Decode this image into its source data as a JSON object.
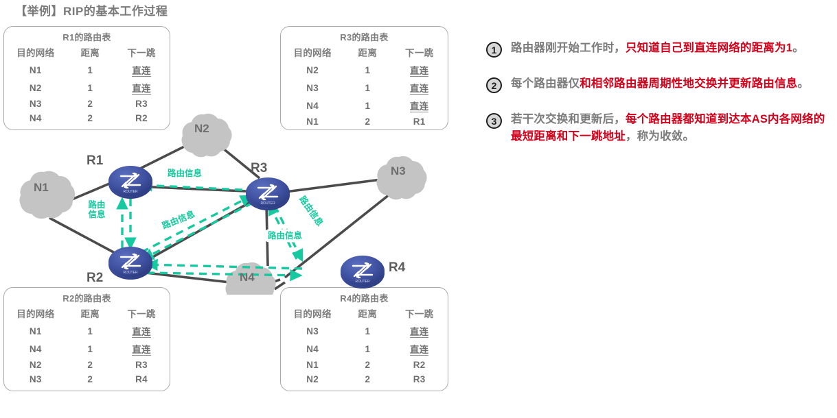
{
  "title": "【举例】RIP的基本工作过程",
  "tables": [
    {
      "id": "rt-r1",
      "name": "R1的路由表",
      "headers": [
        "目的网络",
        "距离",
        "下一跳"
      ],
      "rows": [
        {
          "net": "N1",
          "dist": "1",
          "next": "直连",
          "direct": true
        },
        {
          "net": "N2",
          "dist": "1",
          "next": "直连",
          "direct": true
        },
        {
          "net": "N3",
          "dist": "2",
          "next": "R3",
          "direct": false
        },
        {
          "net": "N4",
          "dist": "2",
          "next": "R2",
          "direct": false
        }
      ]
    },
    {
      "id": "rt-r3",
      "name": "R3的路由表",
      "headers": [
        "目的网络",
        "距离",
        "下一跳"
      ],
      "rows": [
        {
          "net": "N2",
          "dist": "1",
          "next": "直连",
          "direct": true
        },
        {
          "net": "N3",
          "dist": "1",
          "next": "直连",
          "direct": true
        },
        {
          "net": "N4",
          "dist": "1",
          "next": "直连",
          "direct": true
        },
        {
          "net": "N1",
          "dist": "2",
          "next": "R1",
          "direct": false
        }
      ]
    },
    {
      "id": "rt-r2",
      "name": "R2的路由表",
      "headers": [
        "目的网络",
        "距离",
        "下一跳"
      ],
      "rows": [
        {
          "net": "N1",
          "dist": "1",
          "next": "直连",
          "direct": true
        },
        {
          "net": "N4",
          "dist": "1",
          "next": "直连",
          "direct": true
        },
        {
          "net": "N2",
          "dist": "2",
          "next": "R3",
          "direct": false
        },
        {
          "net": "N3",
          "dist": "2",
          "next": "R4",
          "direct": false
        }
      ]
    },
    {
      "id": "rt-r4",
      "name": "R4的路由表",
      "headers": [
        "目的网络",
        "距离",
        "下一跳"
      ],
      "rows": [
        {
          "net": "N3",
          "dist": "1",
          "next": "直连",
          "direct": true
        },
        {
          "net": "N4",
          "dist": "1",
          "next": "直连",
          "direct": true
        },
        {
          "net": "N1",
          "dist": "2",
          "next": "R2",
          "direct": false
        },
        {
          "net": "N2",
          "dist": "2",
          "next": "R3",
          "direct": false
        }
      ]
    }
  ],
  "diagram": {
    "routers": [
      {
        "id": "r1",
        "label": "R1"
      },
      {
        "id": "r2",
        "label": "R2"
      },
      {
        "id": "r3",
        "label": "R3"
      },
      {
        "id": "r4",
        "label": "R4"
      }
    ],
    "networks": [
      {
        "id": "n1",
        "label": "N1"
      },
      {
        "id": "n2",
        "label": "N2"
      },
      {
        "id": "n3",
        "label": "N3"
      },
      {
        "id": "n4",
        "label": "N4"
      }
    ],
    "exchange_labels": [
      {
        "id": "lbl-r3-r1",
        "text": "路由信息"
      },
      {
        "id": "lbl-r1-r2",
        "text": "路由\n信息"
      },
      {
        "id": "lbl-r3-r2",
        "text": "路由信息"
      },
      {
        "id": "lbl-r3-r4",
        "text": "路由信息"
      },
      {
        "id": "lbl-r2-r4",
        "text": "路由信息"
      }
    ],
    "colors": {
      "router_fill": "#3f51a0",
      "cloud_fill": "#c4c4c4",
      "link": "#4b4b4b",
      "exchange": "#17c9a0"
    }
  },
  "notes": [
    {
      "num": "1",
      "parts": [
        {
          "text": "路由器刚开始工作时，",
          "highlight": false
        },
        {
          "text": "只知道自己到直连网络的距离为1",
          "highlight": true
        },
        {
          "text": "。",
          "highlight": false
        }
      ]
    },
    {
      "num": "2",
      "parts": [
        {
          "text": "每个路由器仅",
          "highlight": false
        },
        {
          "text": "和相邻路由器周期性地交换并更新路由信息",
          "highlight": true
        },
        {
          "text": "。",
          "highlight": false
        }
      ]
    },
    {
      "num": "3",
      "parts": [
        {
          "text": "若干次交换和更新后，",
          "highlight": false
        },
        {
          "text": "每个路由器都知道到达本AS内各网络的最短距离和下一跳地址",
          "highlight": true
        },
        {
          "text": "，称为收敛。",
          "highlight": false
        }
      ]
    }
  ],
  "accent_color": "#d0021b"
}
